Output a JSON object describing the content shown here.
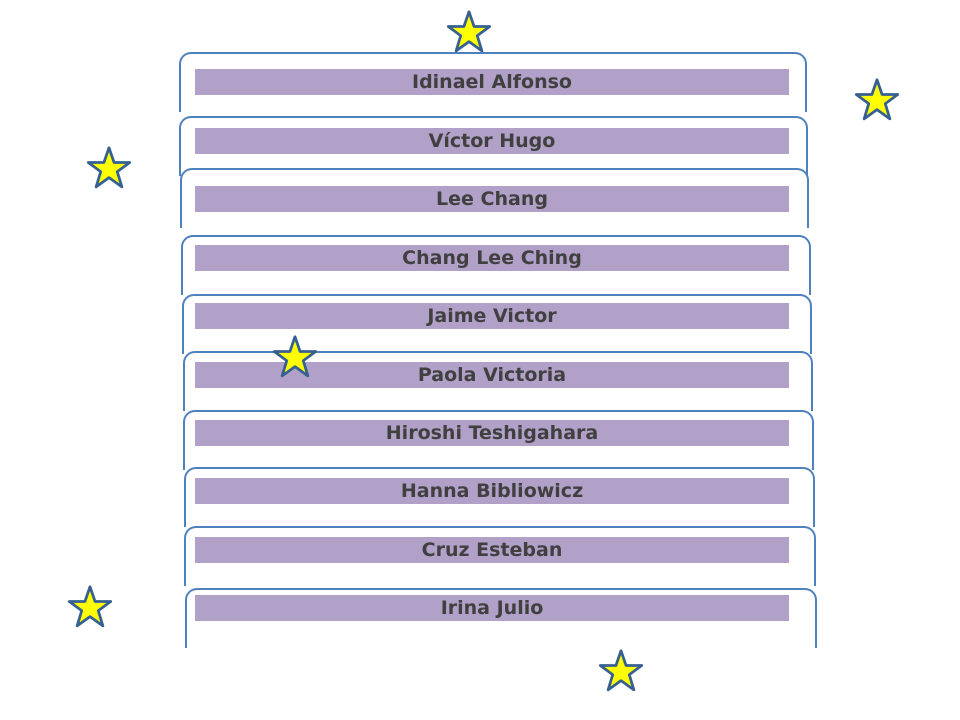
{
  "names": [
    "Idinael Alfonso",
    "Víctor Hugo",
    "Lee Chang",
    "Chang Lee Ching",
    "Jaime Victor",
    "Paola Victoria",
    "Hiroshi Teshigahara",
    "Hanna Bibliowicz",
    "Cruz Esteban",
    "Irina Julio"
  ],
  "colors": {
    "bar_fill": "#b1a0c7",
    "bar_text": "#404040",
    "bracket_line": "#4f81bd",
    "star_fill": "#ffff00",
    "star_stroke": "#376092"
  },
  "icons": [
    "star-icon"
  ]
}
